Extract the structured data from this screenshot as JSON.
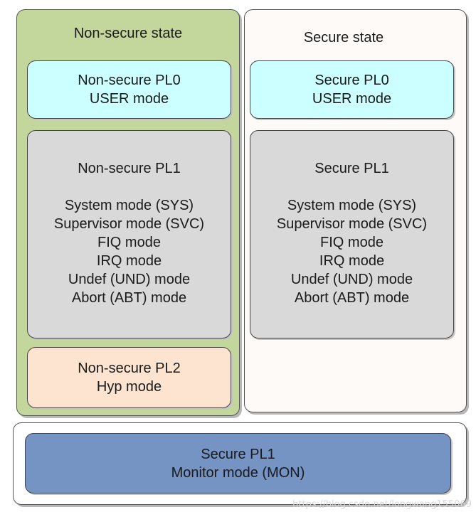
{
  "nonsecure": {
    "title": "Non-secure state",
    "pl0": {
      "line1": "Non-secure PL0",
      "line2": "USER mode"
    },
    "pl1": {
      "title": "Non-secure PL1",
      "modes": [
        "System mode (SYS)",
        "Supervisor mode (SVC)",
        "FIQ mode",
        "IRQ mode",
        "Undef (UND) mode",
        "Abort (ABT) mode"
      ]
    },
    "pl2": {
      "line1": "Non-secure PL2",
      "line2": "Hyp mode"
    }
  },
  "secure": {
    "title": "Secure state",
    "pl0": {
      "line1": "Secure PL0",
      "line2": "USER mode"
    },
    "pl1": {
      "title": "Secure PL1",
      "modes": [
        "System mode (SYS)",
        "Supervisor mode (SVC)",
        "FIQ mode",
        "IRQ mode",
        "Undef (UND) mode",
        "Abort (ABT) mode"
      ]
    }
  },
  "monitor": {
    "line1": "Secure PL1",
    "line2": "Monitor mode (MON)"
  },
  "watermark": "https://blog.csdn.net/longwang155069",
  "colors": {
    "nonsecure_panel": "#c3d69b",
    "secure_panel": "#fdfaf8",
    "user_box": "#ccffff",
    "pl1_box": "#d9d9d9",
    "hyp_box": "#fce4d0",
    "monitor_box": "#7593c3"
  }
}
